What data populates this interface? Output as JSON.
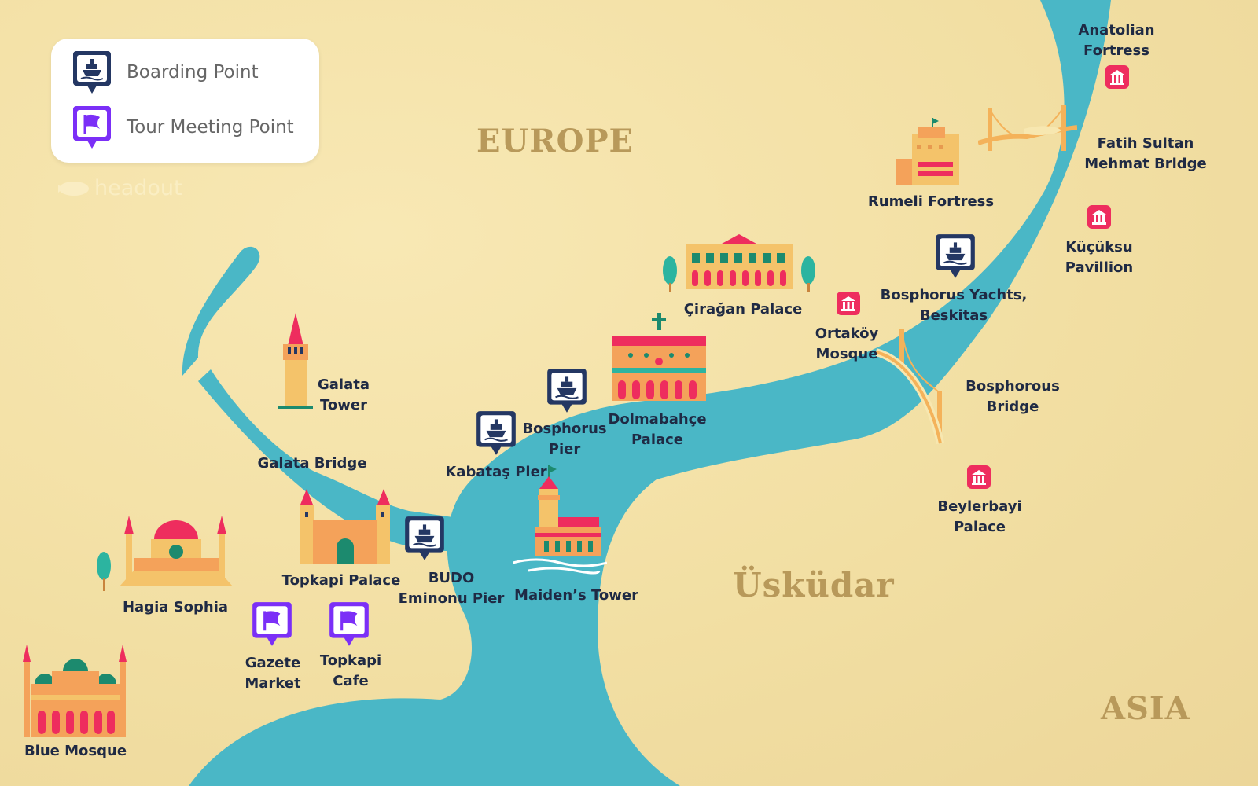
{
  "legend": {
    "boarding_label": "Boarding Point",
    "meeting_label": "Tour Meeting Point"
  },
  "brand": "headout",
  "regions": {
    "europe": "EUROPE",
    "uskudar": "Üsküdar",
    "asia": "ASIA"
  },
  "landmarks": {
    "anatolian_fortress": [
      "Anatolian",
      "Fortress"
    ],
    "fatih_bridge": [
      "Fatih Sultan",
      "Mehmat Bridge"
    ],
    "rumeli_fortress": [
      "Rumeli Fortress"
    ],
    "kucuksu": [
      "Küçüksu",
      "Pavillion"
    ],
    "ciragan": [
      "Çirağan Palace"
    ],
    "bosphorus_yachts": [
      "Bosphorus Yachts,",
      "Beskitas"
    ],
    "ortakoy": [
      "Ortaköy",
      "Mosque"
    ],
    "galata_tower": [
      "Galata",
      "Tower"
    ],
    "bosphorus_pier": [
      "Bosphorus",
      "Pier"
    ],
    "dolmabahce": [
      "Dolmabahçe",
      "Palace"
    ],
    "bosphorous_bridge": [
      "Bosphorous",
      "Bridge"
    ],
    "galata_bridge": [
      "Galata Bridge"
    ],
    "kabatas": [
      "Kabataş  Pier"
    ],
    "beylerbeyi": [
      "Beylerbayi",
      "Palace"
    ],
    "topkapi_palace": [
      "Topkapi Palace"
    ],
    "budo": [
      "BUDO",
      "Eminonu Pier"
    ],
    "maidens_tower": [
      "Maiden’s Tower"
    ],
    "hagia_sophia": [
      "Hagia Sophia"
    ],
    "gazete": [
      "Gazete",
      "Market"
    ],
    "topkapi_cafe": [
      "Topkapi",
      "Cafe"
    ],
    "blue_mosque": [
      "Blue Mosque"
    ]
  },
  "colors": {
    "land": "#f2dfa3",
    "water": "#4ab7c6",
    "boarding_pin": "#243763",
    "meeting_pin": "#7b2ff7",
    "museum": "#ee2d5e",
    "region_text": "#b8995a"
  },
  "icons": {
    "boarding": "ship-pin-icon",
    "meeting": "flag-pin-icon",
    "museum": "museum-icon"
  }
}
